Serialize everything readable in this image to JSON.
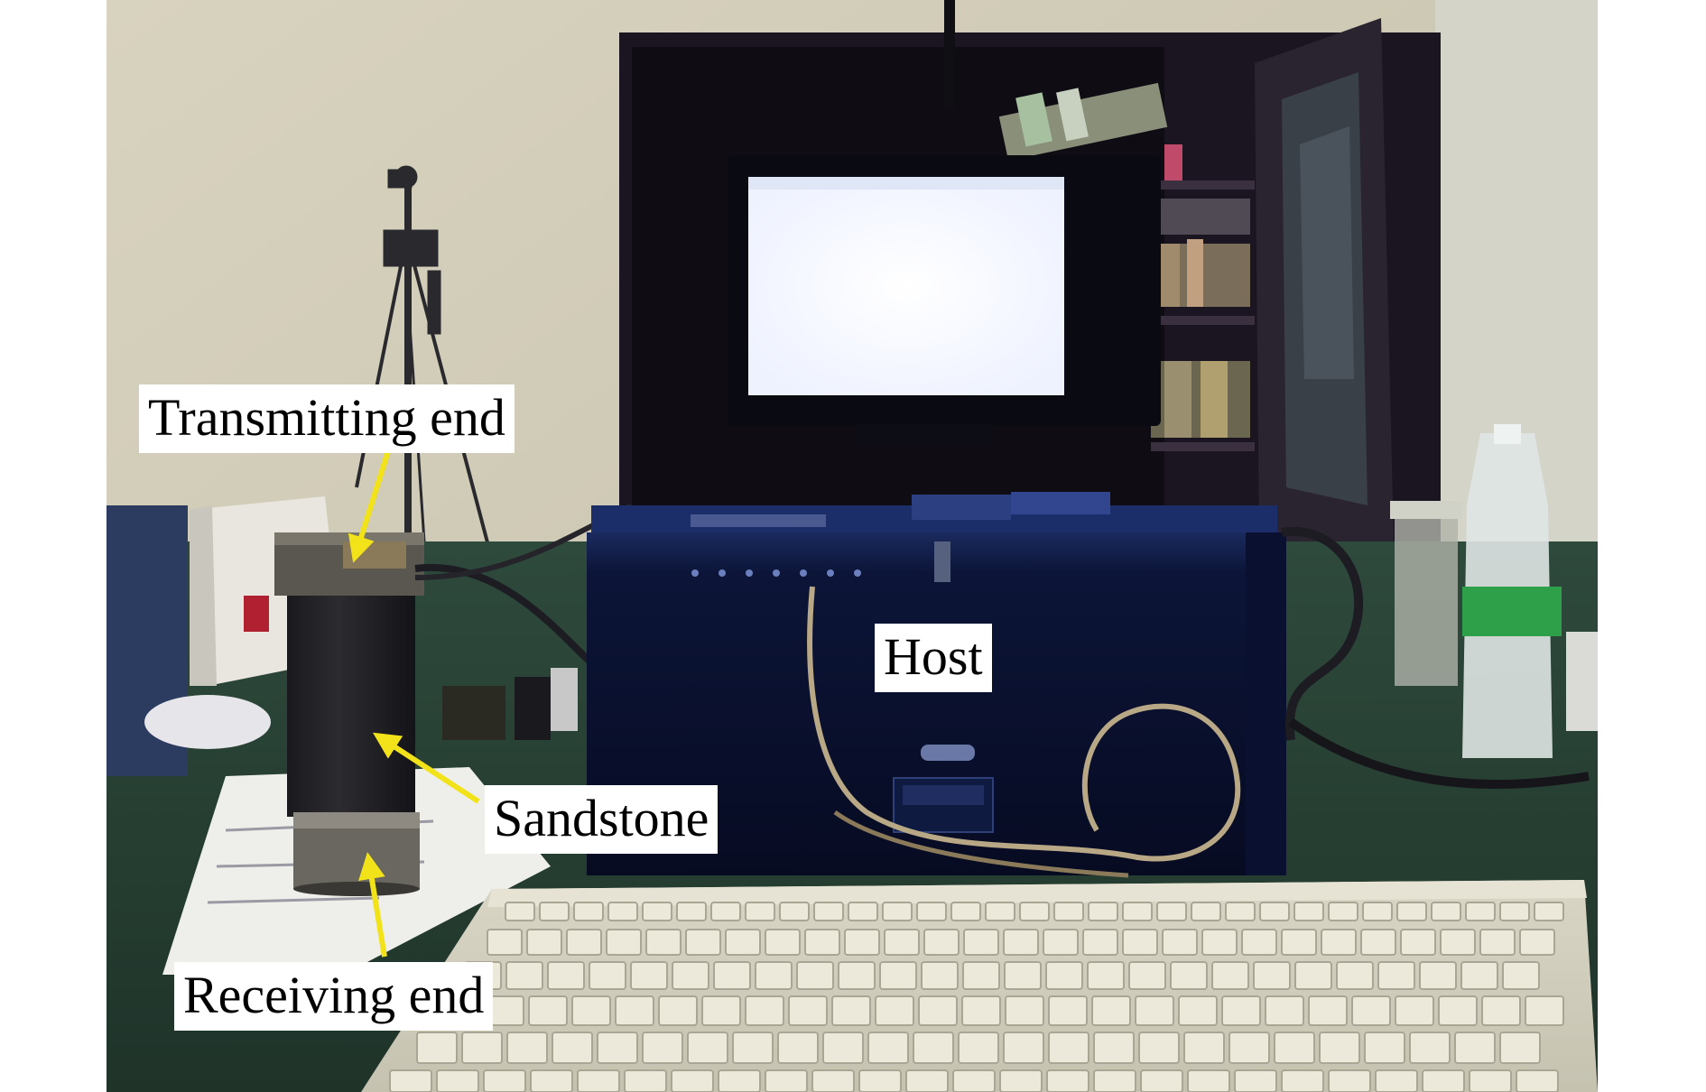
{
  "photo": {
    "subject": "ultrasonic-testing-setup",
    "objects": [
      "host-unit",
      "laptop-display",
      "sandstone-core-sample",
      "keyboard",
      "tripod",
      "cabinet",
      "signal-cables",
      "plastic-bottle"
    ]
  },
  "labels": {
    "transmitting": "Transmitting end",
    "host": "Host",
    "sandstone": "Sandstone",
    "receiving": "Receiving end"
  },
  "colors": {
    "arrow": "#f2e21a",
    "label_background": "#ffffff",
    "label_text": "#000000",
    "margin": "#ffffff"
  }
}
